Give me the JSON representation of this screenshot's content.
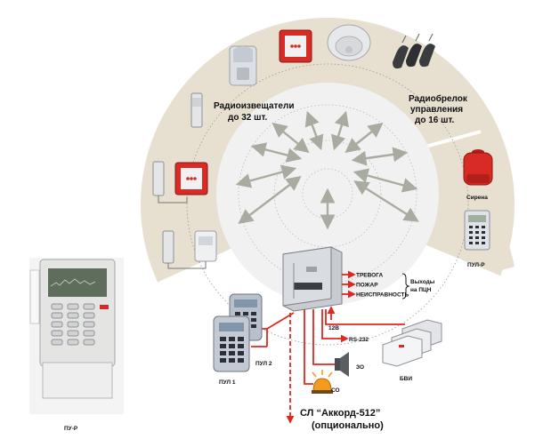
{
  "labels": {
    "radio_detectors_line1": "Радиоизвещатели",
    "radio_detectors_line2": "до 32 шт.",
    "radio_fob_line1": "Радиобрелок",
    "radio_fob_line2": "управления",
    "radio_fob_line3": "до 16 шт.",
    "siren": "Сирена",
    "pul_r": "ПУЛ-Р",
    "pu_r": "ПУ-Р",
    "pul1": "ПУЛ 1",
    "pul2": "ПУЛ 2",
    "bvi": "БВИ",
    "out_alarm": "ТРЕВОГА",
    "out_fire": "ПОЖАР",
    "out_fault": "НЕИСПРАВНОСТЬ",
    "outputs_line1": "Выходы",
    "outputs_line2": "на ПЦН",
    "v12": "12В",
    "rs232": "RS-232",
    "zo": "ЗО",
    "so": "СО",
    "sl_line1": "СЛ “Аккорд-512”",
    "sl_line2": "(опционально)"
  },
  "colors": {
    "ring": "#e7dfcf",
    "inner_circle": "#f2f1f1",
    "arrow_gray": "#a8aca0",
    "wire_red": "#e0281f",
    "device_red": "#d92b25"
  }
}
